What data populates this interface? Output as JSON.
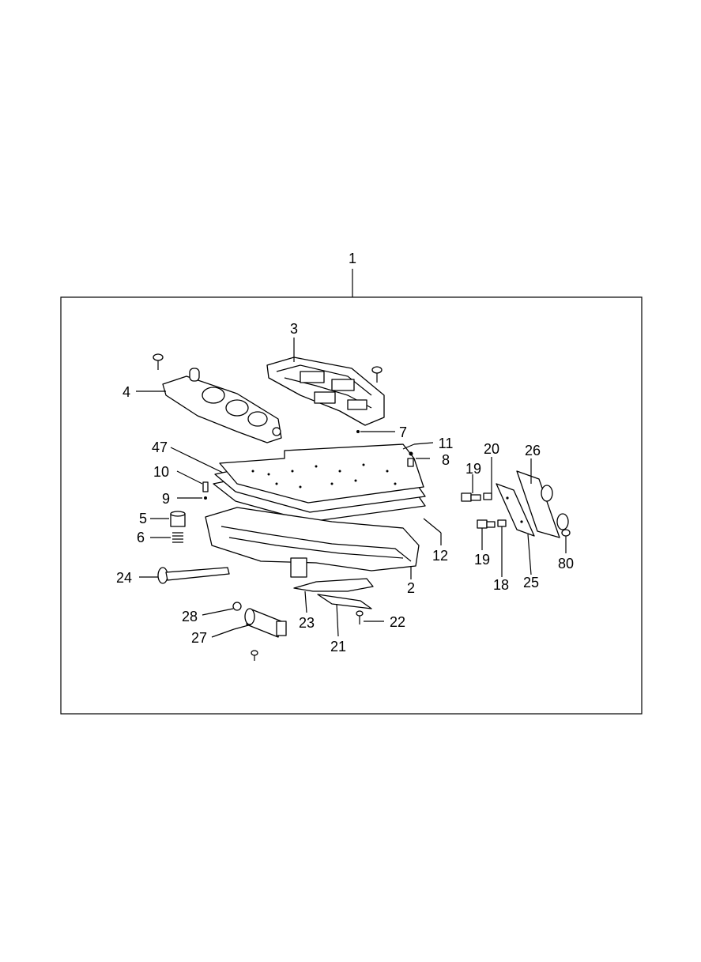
{
  "callouts": {
    "c1": "1",
    "c2": "2",
    "c3": "3",
    "c4": "4",
    "c5": "5",
    "c6": "6",
    "c7": "7",
    "c8": "8",
    "c9": "9",
    "c10": "10",
    "c11": "11",
    "c12": "12",
    "c18": "18",
    "c19a": "19",
    "c19b": "19",
    "c20": "20",
    "c21": "21",
    "c22": "22",
    "c23": "23",
    "c24": "24",
    "c25": "25",
    "c26": "26",
    "c27": "27",
    "c28": "28",
    "c47": "47",
    "c80": "80"
  }
}
